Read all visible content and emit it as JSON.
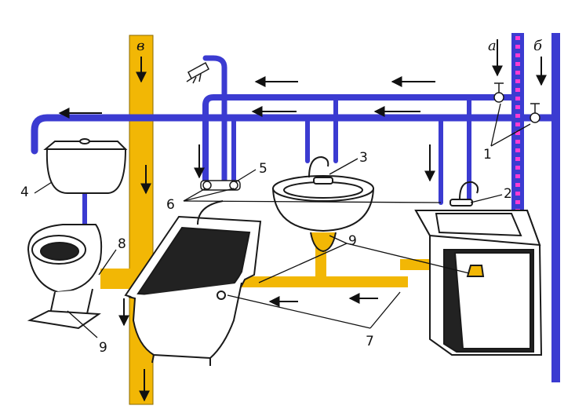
{
  "riser_labels": {
    "sewer": "в",
    "hot": "а",
    "cold": "б"
  },
  "callouts": {
    "n1": "1",
    "n2": "2",
    "n3": "3",
    "n4": "4",
    "n5": "5",
    "n6": "6",
    "n7": "7",
    "n8": "8",
    "n9_top": "9",
    "n9_bottom": "9"
  },
  "colors": {
    "sewer_pipe": "#f2b705",
    "water_pipe": "#3b3bd1",
    "hot_riser_dots": "#ff3bd4",
    "outline": "#1a1a1a",
    "fixture_fill": "#ffffff",
    "fixture_shadow": "#222222"
  }
}
